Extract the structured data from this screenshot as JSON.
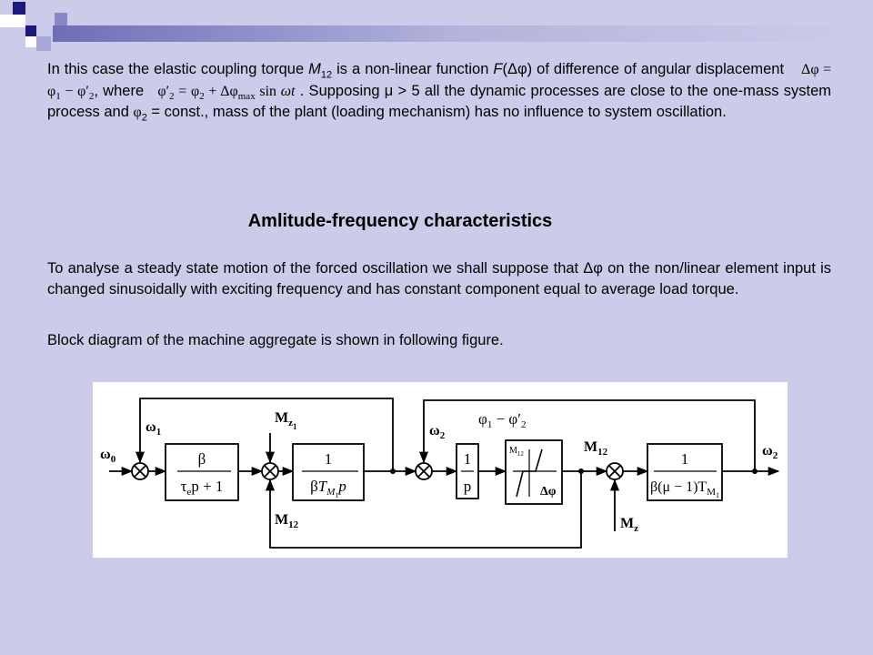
{
  "slide": {
    "para1": {
      "t1": "In this case the elastic coupling torque ",
      "m12_base": "M",
      "m12_sub": "12",
      "t2": " is a non-linear function ",
      "func": "F",
      "func_arg": "(Δφ)",
      "t3": " of difference of angular displacement ",
      "eq1_lhs": "Δφ",
      "eq1_eq": " = ",
      "eq1_phi1": "φ",
      "eq1_phi1_sub": "1",
      "eq1_minus": " − ",
      "eq1_phi2p": "φ′",
      "eq1_phi2p_sub": "2",
      "t4": ", where ",
      "eq2_phi2p": "φ′",
      "eq2_phi2p_sub": "2",
      "eq2_eq": " = ",
      "eq2_phi2": "φ",
      "eq2_phi2_sub": "2",
      "eq2_plus": " + ",
      "eq2_dphi": "Δφ",
      "eq2_dphi_sub": "max",
      "eq2_sin": " sin ",
      "eq2_wt": "ωt",
      "t5": " . Supposing  μ > 5 all the dynamic processes are close to the one-mass system process and ",
      "phi2": "φ",
      "phi2_sub": "2",
      "t6": " = const., mass of the plant (loading mechanism) has no influence to system oscillation."
    },
    "heading": "Amlitude-frequency characteristics",
    "para2": "To analyse a steady state motion of the forced oscillation we shall suppose that Δφ  on the non/linear element input  is changed sinusoidally with exciting frequency and has constant component equal to average load torque.",
    "para3": "Block diagram of the machine aggregate is shown in following figure."
  },
  "diagram": {
    "omega0": "ω",
    "omega0_sub": "0",
    "omega1": "ω",
    "omega1_sub": "1",
    "mz1": "M",
    "mz1_sub": "z",
    "mz1_subsub": "1",
    "m12_left": "M",
    "m12_left_sub": "12",
    "omega2_mid": "ω",
    "omega2_mid_sub": "2",
    "phi_label_phi1": "φ",
    "phi_label_phi1_sub": "1",
    "phi_label_minus": " − ",
    "phi_label_phi2": "φ′",
    "phi_label_phi2_sub": "2",
    "m12_right": "M",
    "m12_right_sub": "12",
    "omega2_out": "ω",
    "omega2_out_sub": "2",
    "mz": "M",
    "mz_sub": "z",
    "block1_num": "β",
    "block1_den_tau": "τ",
    "block1_den_tau_sub": "e",
    "block1_den_rest": "p + 1",
    "block2_num": "1",
    "block2_den_beta": "β",
    "block2_den_t": "T",
    "block2_den_t_sub": "M",
    "block2_den_t_subsub": "1",
    "block2_den_p": "p",
    "block3_num": "1",
    "block3_den": "p",
    "nl_label_top": "M",
    "nl_label_top_sub": "12",
    "nl_label_bottom": "Δφ",
    "block4_num": "1",
    "block4_den_pre": "β(μ − 1)T",
    "block4_den_sub": "M",
    "block4_den_subsub": "1"
  },
  "colors": {
    "background": "#ccccea",
    "accent_dark": "#1a1a7a",
    "accent_light": "#8888c4",
    "diagram_bg": "#ffffff"
  }
}
